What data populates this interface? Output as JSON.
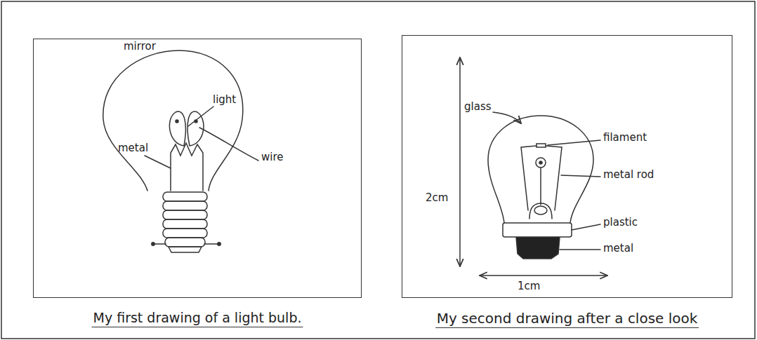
{
  "diagram": {
    "nodes": [
      {
        "text": [
          "My first drawing of a light bulb."
        ]
      },
      {
        "text": [
          "My second drawing after a close look"
        ]
      }
    ],
    "labels": [
      "mirror",
      "light",
      "metal",
      "wire",
      "glass",
      "filament",
      "metal rod",
      "plastic",
      "metal",
      "2cm",
      "1cm"
    ]
  }
}
